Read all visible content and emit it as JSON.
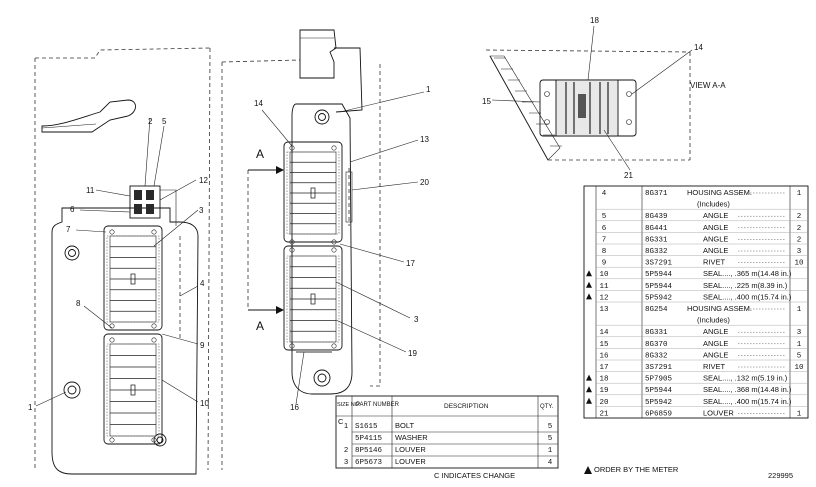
{
  "callouts": {
    "left": [
      "2",
      "5",
      "11",
      "12",
      "6",
      "3",
      "7",
      "4",
      "8",
      "9",
      "1",
      "10"
    ],
    "center": [
      "14",
      "1",
      "13",
      "20",
      "17",
      "3",
      "19",
      "16"
    ],
    "section_labels": [
      "A",
      "A"
    ],
    "view": [
      "18",
      "14",
      "15",
      "21"
    ]
  },
  "view_title": "VIEW A-A",
  "parts_list_right": [
    {
      "no": "4",
      "part": "8G371",
      "desc": "HOUSING ASSEM.",
      "qty": "1"
    },
    {
      "no": "",
      "part": "",
      "desc": "(Includes)",
      "qty": ""
    },
    {
      "no": "5",
      "part": "8G439",
      "desc": "ANGLE",
      "qty": "2"
    },
    {
      "no": "6",
      "part": "8G441",
      "desc": "ANGLE",
      "qty": "2"
    },
    {
      "no": "7",
      "part": "8G331",
      "desc": "ANGLE",
      "qty": "2"
    },
    {
      "no": "8",
      "part": "8G332",
      "desc": "ANGLE",
      "qty": "3"
    },
    {
      "no": "9",
      "part": "3S7291",
      "desc": "RIVET",
      "qty": "10"
    },
    {
      "no": "10",
      "part": "5P5944",
      "desc": "SEAL...., .365 m(14.48 in.)",
      "qty": ""
    },
    {
      "no": "11",
      "part": "5P5944",
      "desc": "SEAL...., .225 m(8.39 in.)",
      "qty": ""
    },
    {
      "no": "12",
      "part": "5P5942",
      "desc": "SEAL...., .400 m(15.74 in.)",
      "qty": ""
    },
    {
      "no": "13",
      "part": "8G254",
      "desc": "HOUSING ASSEM.",
      "qty": "1"
    },
    {
      "no": "",
      "part": "",
      "desc": "(Includes)",
      "qty": ""
    },
    {
      "no": "14",
      "part": "8G331",
      "desc": "ANGLE",
      "qty": "3"
    },
    {
      "no": "15",
      "part": "8G370",
      "desc": "ANGLE",
      "qty": "1"
    },
    {
      "no": "16",
      "part": "8G332",
      "desc": "ANGLE",
      "qty": "5"
    },
    {
      "no": "17",
      "part": "3S7291",
      "desc": "RIVET",
      "qty": "10"
    },
    {
      "no": "18",
      "part": "5P7905",
      "desc": "SEAL...., .132 m(5.19 in.)",
      "qty": ""
    },
    {
      "no": "19",
      "part": "5P5944",
      "desc": "SEAL...., .368 m(14.48 in.)",
      "qty": ""
    },
    {
      "no": "20",
      "part": "5P5942",
      "desc": "SEAL...., .400 m(15.74 in.)",
      "qty": ""
    },
    {
      "no": "21",
      "part": "6P6859",
      "desc": "LOUVER",
      "qty": "1"
    }
  ],
  "marked_rows": [
    "10",
    "11",
    "12",
    "18",
    "19",
    "20"
  ],
  "parts_list_bottom": {
    "headers": [
      "SIZE NO.",
      "PART NUMBER",
      "DESCRIPTION",
      "QTY."
    ],
    "rows": [
      {
        "c": "C",
        "no": "1",
        "part": "S1615",
        "desc": "BOLT",
        "qty": "5"
      },
      {
        "c": "",
        "no": "",
        "part": "5P4115",
        "desc": "WASHER",
        "qty": "5"
      },
      {
        "c": "",
        "no": "2",
        "part": "8P5146",
        "desc": "LOUVER",
        "qty": "1"
      },
      {
        "c": "",
        "no": "3",
        "part": "6P5673",
        "desc": "LOUVER",
        "qty": "4"
      }
    ]
  },
  "footer": {
    "change_note": "C INDICATES CHANGE",
    "order_note": "ORDER BY THE METER",
    "drawing_number": "229995"
  }
}
